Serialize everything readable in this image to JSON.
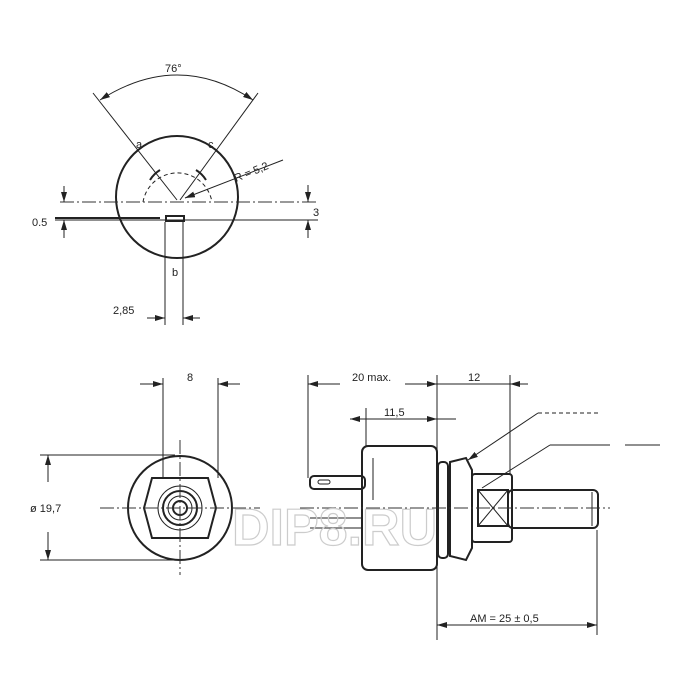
{
  "top_view": {
    "angle_label": "76°",
    "terminal_a": "a",
    "terminal_c": "c",
    "terminal_b": "b",
    "radius_label": "R = 5,2",
    "offset_label": "0.5",
    "height_label": "3",
    "slot_width_label": "2,85"
  },
  "front_view": {
    "width_label": "8",
    "diameter_label": "ø 19,7"
  },
  "side_view": {
    "length_label": "20 max.",
    "bushing_label": "12",
    "body_label": "11,5",
    "shaft_label": "AM = 25 ± 0,5"
  },
  "watermark": "DIP8.RU"
}
